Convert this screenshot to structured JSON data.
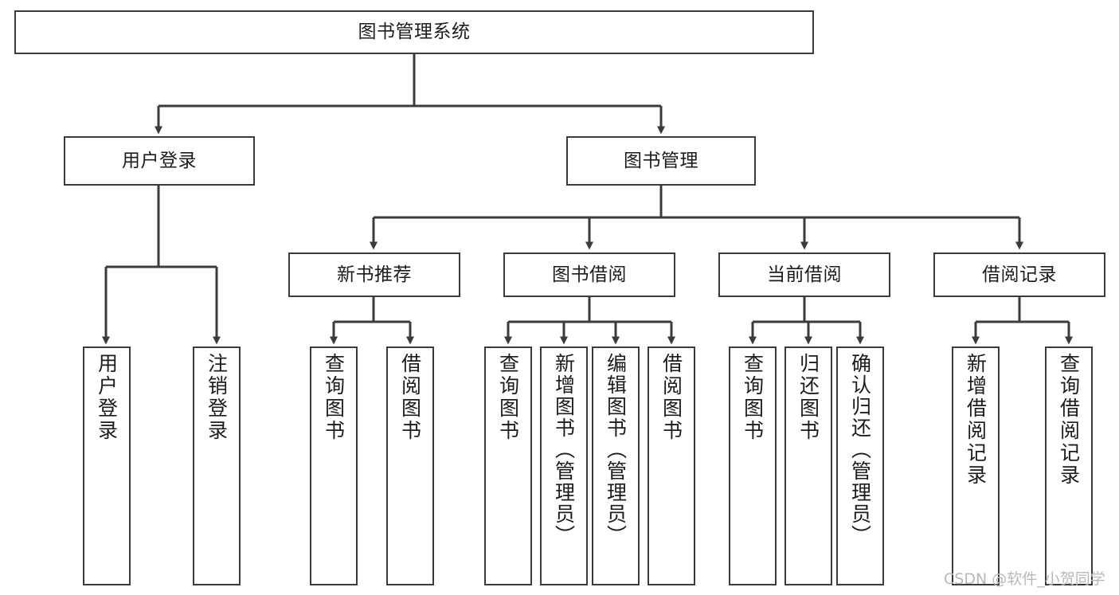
{
  "diagram": {
    "title": "图书管理系统",
    "type": "hierarchy-tree",
    "line_color": "#3b3b3d",
    "background_color": "#ffffff",
    "root": {
      "label": "图书管理系统"
    },
    "level2": [
      {
        "label": "用户登录"
      },
      {
        "label": "图书管理"
      }
    ],
    "level3": [
      {
        "label": "新书推荐"
      },
      {
        "label": "图书借阅"
      },
      {
        "label": "当前借阅"
      },
      {
        "label": "借阅记录"
      }
    ],
    "leaves": {
      "user_login": [
        {
          "label": "用户登录"
        },
        {
          "label": "注销登录"
        }
      ],
      "new_book_recommend": [
        {
          "label": "查询图书"
        },
        {
          "label": "借阅图书"
        }
      ],
      "book_borrow": [
        {
          "label": "查询图书"
        },
        {
          "label": "新增图书（管理员）"
        },
        {
          "label": "编辑图书（管理员）"
        },
        {
          "label": "借阅图书"
        }
      ],
      "current_borrow": [
        {
          "label": "查询图书"
        },
        {
          "label": "归还图书"
        },
        {
          "label": "确认归还（管理员）"
        }
      ],
      "borrow_record": [
        {
          "label": "新增借阅记录"
        },
        {
          "label": "查询借阅记录"
        }
      ]
    }
  },
  "watermark": {
    "text": "CSDN @软件_小贺同学"
  }
}
